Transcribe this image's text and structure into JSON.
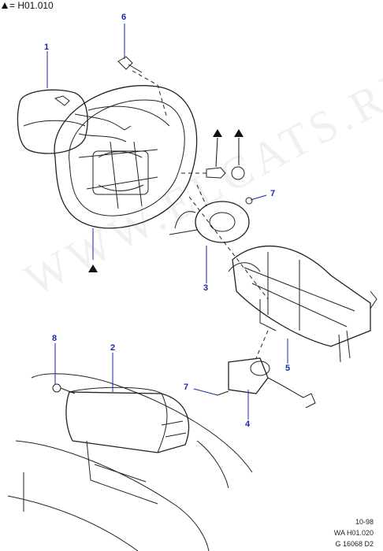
{
  "legend": {
    "symbol": "triangle-icon",
    "text": "= H01.010"
  },
  "callouts": [
    {
      "id": "1",
      "label": "1"
    },
    {
      "id": "2",
      "label": "2"
    },
    {
      "id": "3",
      "label": "3"
    },
    {
      "id": "4",
      "label": "4"
    },
    {
      "id": "5",
      "label": "5"
    },
    {
      "id": "6",
      "label": "6"
    },
    {
      "id": "7a",
      "label": "7"
    },
    {
      "id": "7b",
      "label": "7"
    },
    {
      "id": "8",
      "label": "8"
    }
  ],
  "watermark": "WWW.ELCATS.RU",
  "footer": {
    "date": "10-98",
    "ref1": "WA H01.020",
    "ref2": "G 16068 D2"
  },
  "colors": {
    "callout": "#1a2aa0",
    "line": "#222222"
  }
}
